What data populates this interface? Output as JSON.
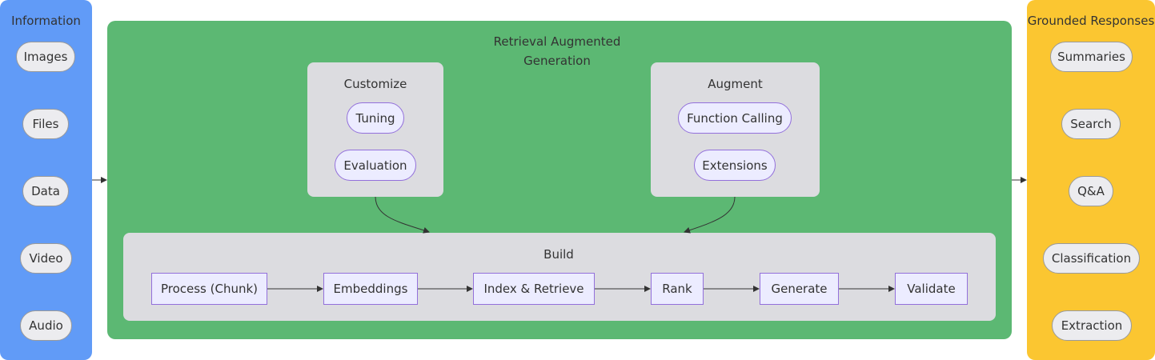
{
  "information": {
    "title": "Information",
    "items": [
      "Images",
      "Files",
      "Data",
      "Video",
      "Audio"
    ],
    "color": "#619bf7"
  },
  "rag": {
    "title_line1": "Retrieval Augmented",
    "title_line2": "Generation",
    "color": "#5cb873",
    "customize": {
      "title": "Customize",
      "items": [
        "Tuning",
        "Evaluation"
      ]
    },
    "augment": {
      "title": "Augment",
      "items": [
        "Function Calling",
        "Extensions"
      ]
    },
    "build": {
      "title": "Build",
      "steps": [
        "Process (Chunk)",
        "Embeddings",
        "Index & Retrieve",
        "Rank",
        "Generate",
        "Validate"
      ]
    }
  },
  "responses": {
    "title": "Grounded Responses",
    "items": [
      "Summaries",
      "Search",
      "Q&A",
      "Classification",
      "Extraction"
    ],
    "color": "#fbc631"
  },
  "colors": {
    "subgraph_grey": "#dcdce0",
    "node_fill": "#ececff",
    "node_border": "#9370db",
    "edge": "#333333"
  }
}
